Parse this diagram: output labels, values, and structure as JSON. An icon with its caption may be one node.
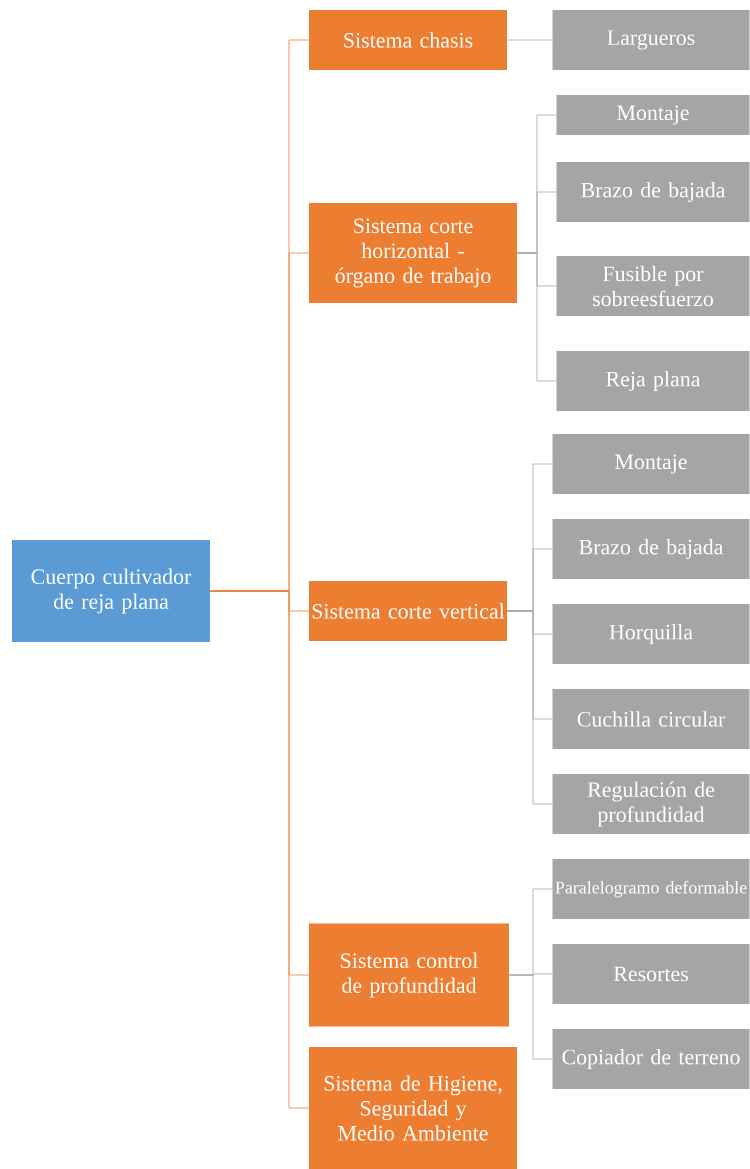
{
  "diagram": {
    "nodes": [
      {
        "text": [
          "Cuerpo cultivador de reja plana"
        ]
      },
      {
        "text": [
          "Sistema chasis"
        ]
      },
      {
        "text": [
          "Largueros"
        ]
      },
      {
        "text": [
          "Sistema corte horizontal - órgano de trabajo"
        ]
      },
      {
        "text": [
          "Montaje"
        ]
      },
      {
        "text": [
          "Brazo de bajada"
        ]
      },
      {
        "text": [
          "Fusible por sobreesfuerzo"
        ]
      },
      {
        "text": [
          "Reja plana"
        ]
      },
      {
        "text": [
          "Sistema corte vertical"
        ]
      },
      {
        "text": [
          "Montaje"
        ]
      },
      {
        "text": [
          "Brazo de bajada"
        ]
      },
      {
        "text": [
          "Horquilla"
        ]
      },
      {
        "text": [
          "Cuchilla circular"
        ]
      },
      {
        "text": [
          "Regulación de profundidad"
        ]
      },
      {
        "text": [
          "Sistema control de profundidad"
        ]
      },
      {
        "text": [
          "Paralelogramo deformable"
        ]
      },
      {
        "text": [
          "Resortes"
        ]
      },
      {
        "text": [
          "Copiador de terreno"
        ]
      },
      {
        "text": [
          "Sistema de Higiene, Seguridad y Medio Ambiente"
        ]
      }
    ],
    "edges": [
      {
        "from": 0,
        "to": 1,
        "arrow": "none",
        "color": "#ed7d31"
      },
      {
        "from": 0,
        "to": 3,
        "arrow": "none",
        "color": "#ed7d31"
      },
      {
        "from": 0,
        "to": 8,
        "arrow": "none",
        "color": "#ed7d31"
      },
      {
        "from": 0,
        "to": 14,
        "arrow": "none",
        "color": "#ed7d31"
      },
      {
        "from": 0,
        "to": 18,
        "arrow": "none",
        "color": "#ed7d31"
      },
      {
        "from": 1,
        "to": 2,
        "arrow": "none"
      },
      {
        "from": 3,
        "to": 4,
        "arrow": "none"
      },
      {
        "from": 3,
        "to": 5,
        "arrow": "none"
      },
      {
        "from": 3,
        "to": 6,
        "arrow": "none"
      },
      {
        "from": 3,
        "to": 7,
        "arrow": "none"
      },
      {
        "from": 8,
        "to": 9,
        "arrow": "none"
      },
      {
        "from": 8,
        "to": 10,
        "arrow": "none"
      },
      {
        "from": 8,
        "to": 11,
        "arrow": "none"
      },
      {
        "from": 8,
        "to": 12,
        "arrow": "none"
      },
      {
        "from": 8,
        "to": 13,
        "arrow": "none"
      },
      {
        "from": 14,
        "to": 15,
        "arrow": "none"
      },
      {
        "from": 14,
        "to": 16,
        "arrow": "none"
      },
      {
        "from": 14,
        "to": 17,
        "arrow": "none"
      }
    ]
  }
}
